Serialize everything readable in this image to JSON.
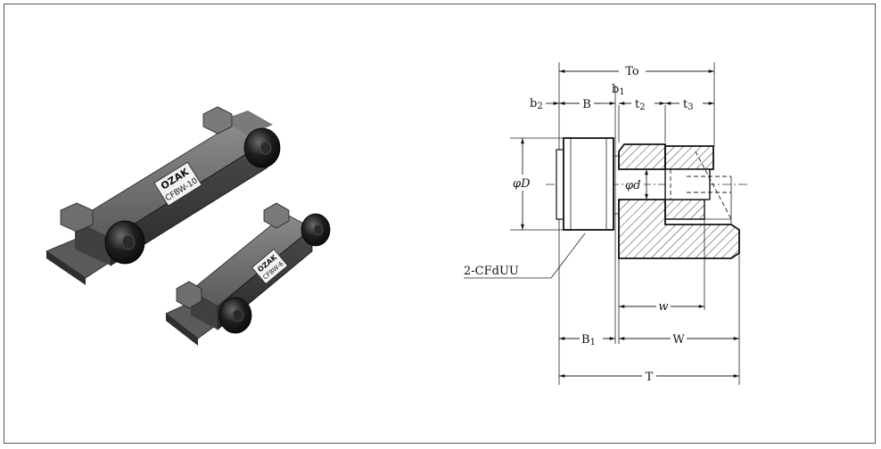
{
  "product": {
    "logo_text": "OZAK",
    "model_large": "CFBW-10",
    "model_small": "CFBW-6"
  },
  "drawing": {
    "labels": {
      "To": "To",
      "b1": "b",
      "b1_sub": "1",
      "b2": "b",
      "b2_sub": "2",
      "B": "B",
      "t2": "t",
      "t2_sub": "2",
      "t3": "t",
      "t3_sub": "3",
      "phiD": "φD",
      "phid": "φd",
      "callout": "2-CFdUU",
      "w": "w",
      "B1": "B",
      "B1_sub": "1",
      "W": "W",
      "T": "T"
    }
  },
  "colors": {
    "line": "#111111",
    "background": "#ffffff",
    "bracket_dark": "#3a3a3a",
    "bracket_mid": "#6a6a6a",
    "roller": "#1a1a1a"
  }
}
